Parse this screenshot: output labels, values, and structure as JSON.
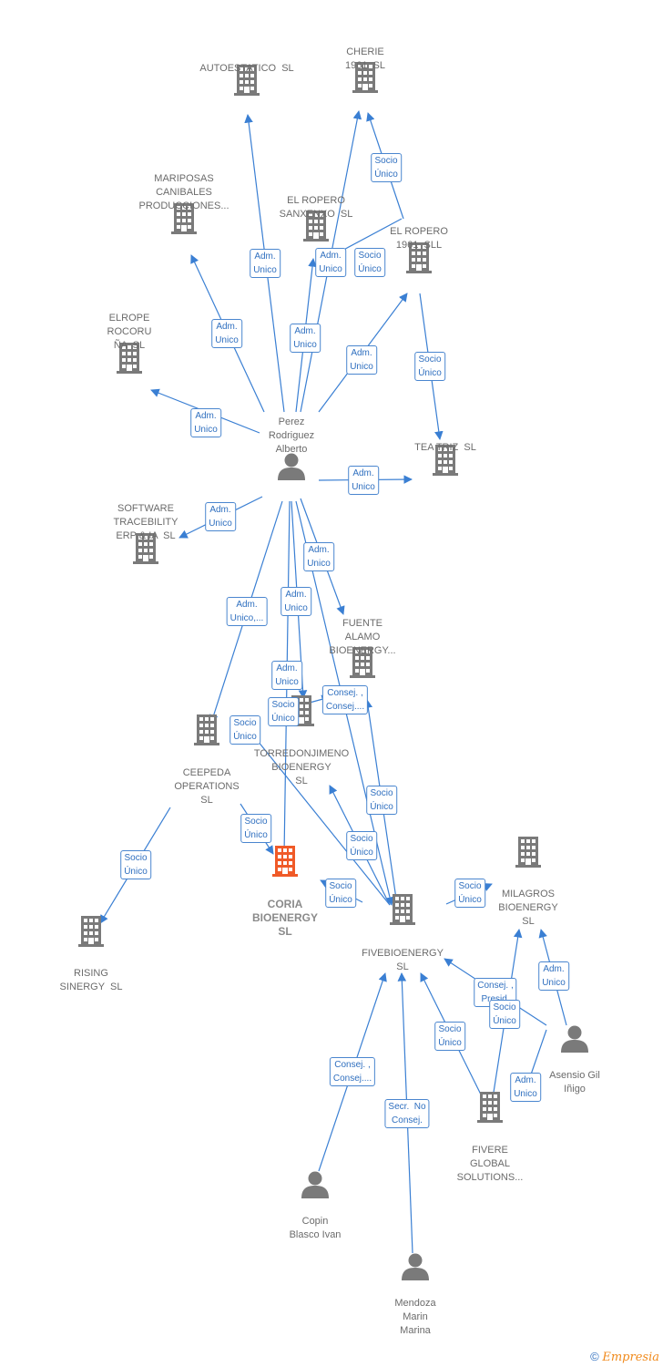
{
  "colors": {
    "edge": "#3a7fd3",
    "node": "#7a7a7a",
    "highlight": "#f05a28"
  },
  "nodes": [
    {
      "id": "autoestatico",
      "type": "company",
      "label": "AUTOESTATICO  SL"
    },
    {
      "id": "cherie",
      "type": "company",
      "label": "CHERIE\n1961  SL"
    },
    {
      "id": "mariposas",
      "type": "company",
      "label": "MARIPOSAS\nCANIBALES\nPRODUCCIONES..."
    },
    {
      "id": "elroperosanx",
      "type": "company",
      "label": "EL ROPERO\nSANXENXO  SL"
    },
    {
      "id": "elropero1961",
      "type": "company",
      "label": "EL ROPERO\n1961  SLL"
    },
    {
      "id": "elrope",
      "type": "company",
      "label": "ELROPE\nROCORU\nÑA  SL"
    },
    {
      "id": "perez",
      "type": "person",
      "label": "Perez\nRodriguez\nAlberto"
    },
    {
      "id": "teatriz",
      "type": "company",
      "label": "TEA TRIZ  SL"
    },
    {
      "id": "software",
      "type": "company",
      "label": "SOFTWARE\nTRACEBILITY\nERP & IA  SL"
    },
    {
      "id": "fuente",
      "type": "company",
      "label": "FUENTE\nALAMO\nBIOENERGY..."
    },
    {
      "id": "torredon",
      "type": "company",
      "label": "TORREDONJIMENO\nBIOENERGY\nSL"
    },
    {
      "id": "ceepeda",
      "type": "company",
      "label": "CEEPEDA\nOPERATIONS\nSL"
    },
    {
      "id": "coria",
      "type": "company",
      "label": "CORIA\nBIOENERGY\nSL",
      "highlight": true
    },
    {
      "id": "rising",
      "type": "company",
      "label": "RISING\nSINERGY  SL"
    },
    {
      "id": "milagros",
      "type": "company",
      "label": "MILAGROS\nBIOENERGY\nSL"
    },
    {
      "id": "fivebio",
      "type": "company",
      "label": "FIVEBIOENERGY\nSL"
    },
    {
      "id": "asensio",
      "type": "person",
      "label": "Asensio Gil\nIñigo"
    },
    {
      "id": "fivere",
      "type": "company",
      "label": "FIVERE\nGLOBAL\nSOLUTIONS..."
    },
    {
      "id": "copin",
      "type": "person",
      "label": "Copin\nBlasco Ivan"
    },
    {
      "id": "mendoza",
      "type": "person",
      "label": "Mendoza\nMarin\nMarina"
    }
  ],
  "edges": [
    {
      "from": "perez",
      "to": "autoestatico",
      "label": "Adm.\nUnico"
    },
    {
      "from": "perez",
      "to": "cherie",
      "label": "Adm.\nUnico"
    },
    {
      "from": "elropero1961",
      "to": "cherie",
      "label": "Socio\nÚnico"
    },
    {
      "from": "perez",
      "to": "elroperosanx",
      "label": "Adm.\nUnico"
    },
    {
      "from": "elropero1961",
      "to": "elroperosanx",
      "label": "Socio\nÚnico"
    },
    {
      "from": "perez",
      "to": "mariposas",
      "label": "Adm.\nUnico"
    },
    {
      "from": "perez",
      "to": "elropero1961",
      "label": "Adm.\nUnico"
    },
    {
      "from": "elropero1961",
      "to": "teatriz",
      "label": "Socio\nÚnico"
    },
    {
      "from": "perez",
      "to": "elrope",
      "label": "Adm.\nUnico"
    },
    {
      "from": "perez",
      "to": "teatriz",
      "label": "Adm.\nUnico"
    },
    {
      "from": "perez",
      "to": "software",
      "label": "Adm.\nUnico"
    },
    {
      "from": "perez",
      "to": "fuente",
      "label": "Adm.\nUnico"
    },
    {
      "from": "perez",
      "to": "ceepeda",
      "label": "Adm.\nUnico,..."
    },
    {
      "from": "perez",
      "to": "coria",
      "label": "Adm.\nUnico"
    },
    {
      "from": "perez",
      "to": "torredon",
      "label": "Adm.\nUnico"
    },
    {
      "from": "torredon",
      "to": "fuente",
      "label": "Consej. ,\nConsej...."
    },
    {
      "from": "perez",
      "to": "fivebio",
      "label": "Socio\nÚnico"
    },
    {
      "from": "ceepeda",
      "to": "coria",
      "label": "Socio\nÚnico"
    },
    {
      "from": "ceepeda",
      "to": "rising",
      "label": "Socio\nÚnico"
    },
    {
      "from": "fivebio",
      "to": "torredon",
      "label": "Socio\nÚnico"
    },
    {
      "from": "fivebio",
      "to": "fuente",
      "label": "Socio\nÚnico"
    },
    {
      "from": "fivebio",
      "to": "coria",
      "label": "Socio\nÚnico"
    },
    {
      "from": "fivebio",
      "to": "milagros",
      "label": "Socio\nÚnico"
    },
    {
      "from": "fivebio",
      "to": "torredon",
      "label": "Socio\nÚnico"
    },
    {
      "from": "asensio",
      "to": "milagros",
      "label": "Adm.\nUnico"
    },
    {
      "from": "asensio",
      "to": "fivebio",
      "label": "Consej. ,\nPresid."
    },
    {
      "from": "fivere",
      "to": "milagros",
      "label": "Socio\nÚnico"
    },
    {
      "from": "fivere",
      "to": "fivebio",
      "label": "Socio\nÚnico"
    },
    {
      "from": "asensio",
      "to": "fivere",
      "label": "Adm.\nUnico"
    },
    {
      "from": "copin",
      "to": "fivebio",
      "label": "Consej. ,\nConsej...."
    },
    {
      "from": "mendoza",
      "to": "fivebio",
      "label": "Secr.  No\nConsej."
    }
  ],
  "footer": {
    "copyright": "©",
    "brand": "Empresia"
  }
}
